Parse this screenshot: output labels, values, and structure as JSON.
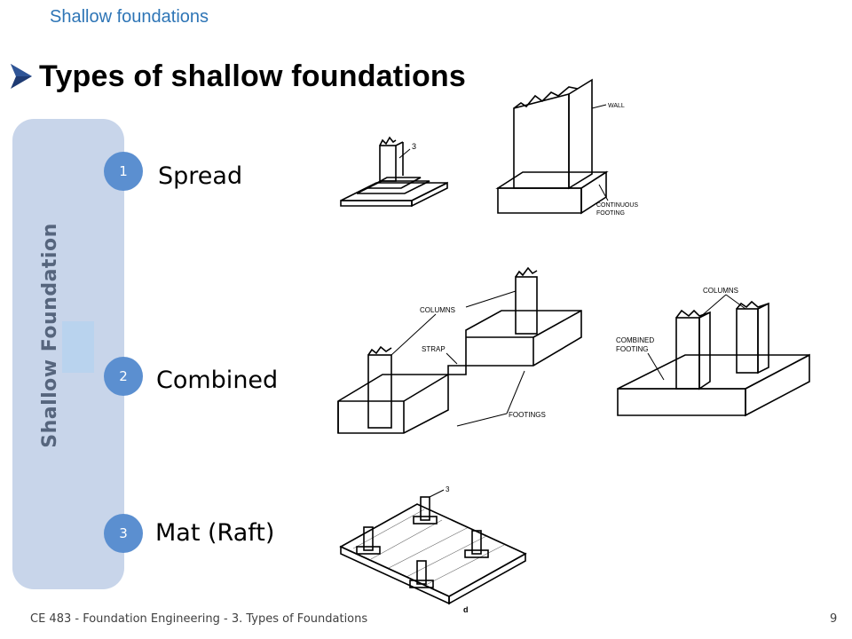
{
  "header": {
    "topic": "Shallow foundations"
  },
  "title": {
    "text": "Types of shallow foundations",
    "bullet_icon": "arrow-bullet-icon"
  },
  "side_panel": {
    "label": "Shallow Foundation"
  },
  "items": [
    {
      "number": "1",
      "label": "Spread"
    },
    {
      "number": "2",
      "label": "Combined"
    },
    {
      "number": "3",
      "label": "Mat (Raft)"
    }
  ],
  "figures": {
    "spread_column_callout": "3",
    "wall_label": "WALL",
    "continuous_footing_label_1": "CONTINUOUS",
    "continuous_footing_label_2": "FOOTING",
    "strap_columns_label": "COLUMNS",
    "strap_label": "STRAP",
    "footings_label": "FOOTINGS",
    "combined_columns_label": "COLUMNS",
    "combined_footing_label_1": "COMBINED",
    "combined_footing_label_2": "FOOTING",
    "mat_callout": "3",
    "mat_caption": "d"
  },
  "footer": {
    "text": "CE 483 - Foundation Engineering -  3. Types of Foundations",
    "page": "9"
  },
  "colors": {
    "accent": "#2e75b6",
    "panel": "#c8d5ea",
    "badge": "#5b8fd0"
  }
}
